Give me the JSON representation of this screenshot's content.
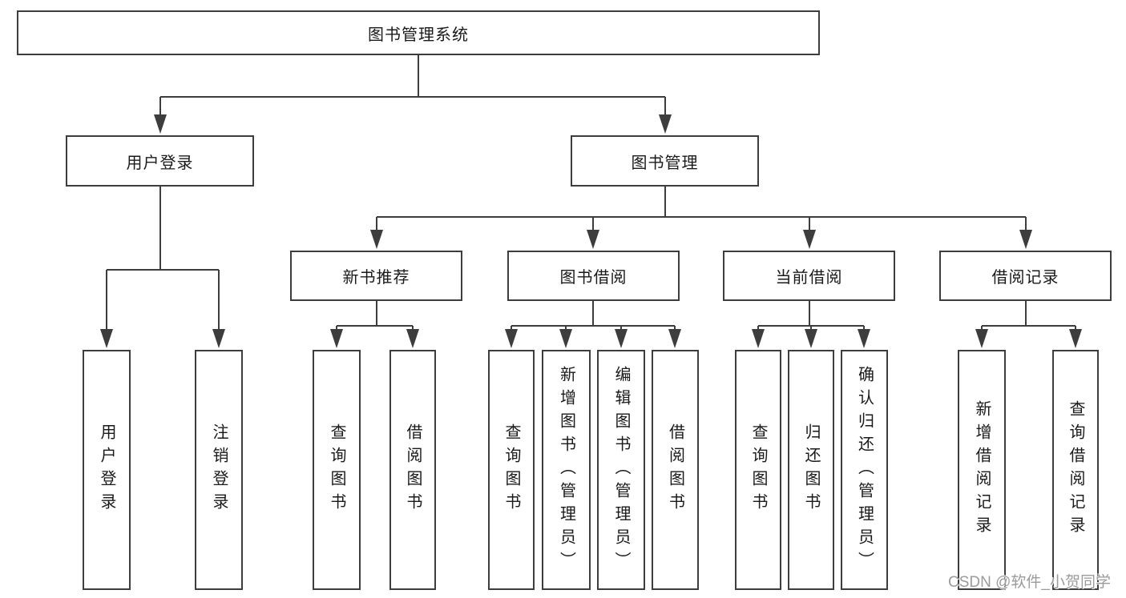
{
  "nodes": {
    "root": {
      "label": "图书管理系统"
    },
    "user_login": {
      "label": "用户登录"
    },
    "book_mgmt": {
      "label": "图书管理"
    },
    "fn_user_login": {
      "label": "用户登录"
    },
    "fn_logout": {
      "label": "注销登录"
    },
    "new_book_rec": {
      "label": "新书推荐"
    },
    "book_borrow": {
      "label": "图书借阅"
    },
    "current_borrow": {
      "label": "当前借阅"
    },
    "borrow_record": {
      "label": "借阅记录"
    },
    "nbr_query_book": {
      "label": "查询图书"
    },
    "nbr_borrow_book": {
      "label": "借阅图书"
    },
    "bb_query_book": {
      "label": "查询图书"
    },
    "bb_add_book": {
      "label": "新增图书（管理员）"
    },
    "bb_edit_book": {
      "label": "编辑图书（管理员）"
    },
    "bb_borrow_book": {
      "label": "借阅图书"
    },
    "cb_query_book": {
      "label": "查询图书"
    },
    "cb_return_book": {
      "label": "归还图书"
    },
    "cb_confirm_return": {
      "label": "确认归还（管理员）"
    },
    "br_add_record": {
      "label": "新增借阅记录"
    },
    "br_query_record": {
      "label": "查询借阅记录"
    }
  },
  "watermark": {
    "text": "CSDN @软件_小贺同学"
  },
  "colors": {
    "line": "#3d3d3d",
    "text": "#1a1a1a",
    "watermark_gray": "#9b9b9b",
    "background": "#ffffff"
  }
}
